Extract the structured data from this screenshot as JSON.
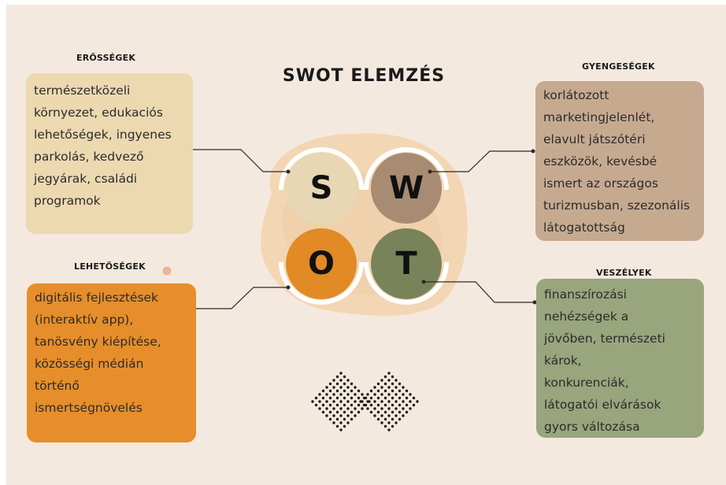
{
  "title": "SWOT ELEMZÉS",
  "colors": {
    "background": "#f4e9df",
    "strengths": "#ecd9b0",
    "weaknesses": "#c6aa90",
    "opportunities": "#e58e2b",
    "threats": "#99a57c",
    "circle_s": "#e8d7b5",
    "circle_w": "#a78b73",
    "circle_o": "#e18a26",
    "circle_t": "#79835a"
  },
  "quadrants": {
    "s": {
      "letter": "S",
      "label": "ERŐSSÉGEK",
      "lines": [
        "természetközeli",
        "környezet, edukaciós",
        "lehetőségek, ingyenes",
        "parkolás, kedvező",
        "jegyárak, családi",
        "programok"
      ]
    },
    "w": {
      "letter": "W",
      "label": "GYENGESÉGEK",
      "lines": [
        "korlátozott",
        "marketingjelenlét,",
        "elavult játszótéri",
        "eszközök, kevésbé",
        "ismert az országos",
        "turizmusban, szezonális",
        "látogatottság"
      ]
    },
    "o": {
      "letter": "O",
      "label": "LEHETŐSÉGEK",
      "lines": [
        "digitális fejlesztések",
        "(interaktív app),",
        "tanösvény kiépítése,",
        "közösségi médián",
        "történő",
        "ismertségnövelés"
      ]
    },
    "t": {
      "letter": "T",
      "label": "VESZÉLYEK",
      "lines": [
        "finanszírozási",
        "nehézségek a",
        "jövőben, természeti",
        "károk,",
        "konkurenciák,",
        "látogatói elvárások",
        "gyors változása"
      ]
    }
  }
}
